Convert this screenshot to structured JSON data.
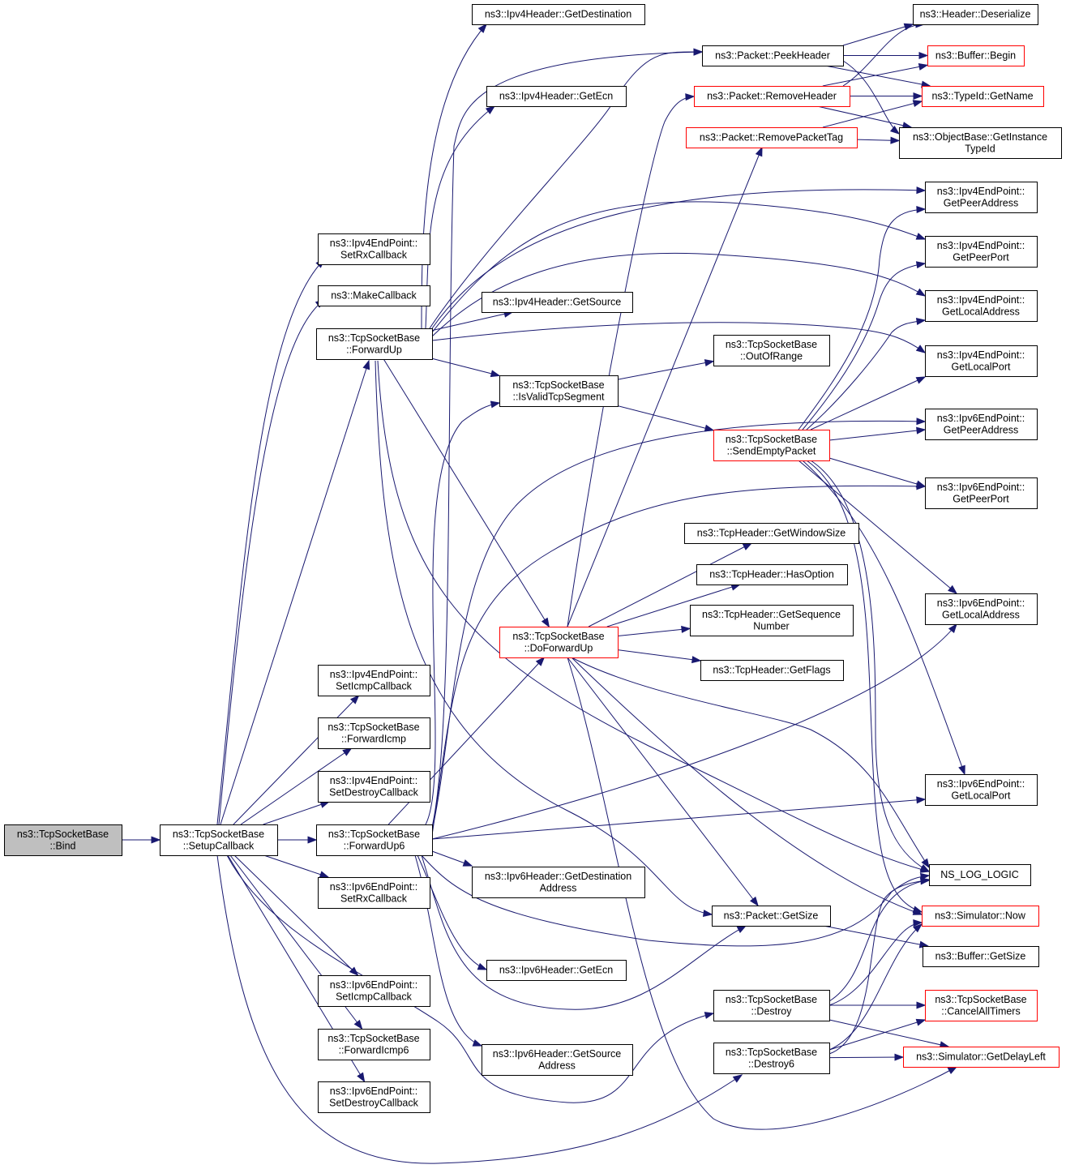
{
  "colors": {
    "edge": "#191970",
    "border_normal": "#000000",
    "border_truncated": "#ff0000",
    "fill_normal": "#ffffff",
    "fill_focus": "#bfbfbf"
  },
  "nodes": [
    {
      "id": "bind",
      "lines": [
        "ns3::TcpSocketBase",
        "::Bind"
      ],
      "focus": true
    },
    {
      "id": "setupcallback",
      "lines": [
        "ns3::TcpSocketBase",
        "::SetupCallback"
      ]
    },
    {
      "id": "ipv4ep_setrx",
      "lines": [
        "ns3::Ipv4EndPoint::",
        "SetRxCallback"
      ]
    },
    {
      "id": "makecallback",
      "lines": [
        "ns3::MakeCallback"
      ]
    },
    {
      "id": "forwardup",
      "lines": [
        "ns3::TcpSocketBase",
        "::ForwardUp"
      ]
    },
    {
      "id": "ipv4ep_seticmp",
      "lines": [
        "ns3::Ipv4EndPoint::",
        "SetIcmpCallback"
      ]
    },
    {
      "id": "forwardicmp",
      "lines": [
        "ns3::TcpSocketBase",
        "::ForwardIcmp"
      ]
    },
    {
      "id": "ipv4ep_setdestroy",
      "lines": [
        "ns3::Ipv4EndPoint::",
        "SetDestroyCallback"
      ]
    },
    {
      "id": "forwardup6",
      "lines": [
        "ns3::TcpSocketBase",
        "::ForwardUp6"
      ]
    },
    {
      "id": "ipv6ep_setrx",
      "lines": [
        "ns3::Ipv6EndPoint::",
        "SetRxCallback"
      ]
    },
    {
      "id": "ipv6ep_seticmp",
      "lines": [
        "ns3::Ipv6EndPoint::",
        "SetIcmpCallback"
      ]
    },
    {
      "id": "forwardicmp6",
      "lines": [
        "ns3::TcpSocketBase",
        "::ForwardIcmp6"
      ]
    },
    {
      "id": "ipv6ep_setdestroy",
      "lines": [
        "ns3::Ipv6EndPoint::",
        "SetDestroyCallback"
      ]
    },
    {
      "id": "ipv4h_getdest",
      "lines": [
        "ns3::Ipv4Header::GetDestination"
      ]
    },
    {
      "id": "ipv4h_getecn",
      "lines": [
        "ns3::Ipv4Header::GetEcn"
      ]
    },
    {
      "id": "ipv4h_getsource",
      "lines": [
        "ns3::Ipv4Header::GetSource"
      ]
    },
    {
      "id": "isvalid",
      "lines": [
        "ns3::TcpSocketBase",
        "::IsValidTcpSegment"
      ]
    },
    {
      "id": "doforwardup",
      "lines": [
        "ns3::TcpSocketBase",
        "::DoForwardUp"
      ],
      "truncated": true
    },
    {
      "id": "ipv6h_getdest",
      "lines": [
        "ns3::Ipv6Header::GetDestination",
        "Address"
      ]
    },
    {
      "id": "ipv6h_getecn",
      "lines": [
        "ns3::Ipv6Header::GetEcn"
      ]
    },
    {
      "id": "ipv6h_getsource",
      "lines": [
        "ns3::Ipv6Header::GetSource",
        "Address"
      ]
    },
    {
      "id": "peekheader",
      "lines": [
        "ns3::Packet::PeekHeader"
      ]
    },
    {
      "id": "removeheader",
      "lines": [
        "ns3::Packet::RemoveHeader"
      ],
      "truncated": true
    },
    {
      "id": "removepackettag",
      "lines": [
        "ns3::Packet::RemovePacketTag"
      ],
      "truncated": true
    },
    {
      "id": "outofrange",
      "lines": [
        "ns3::TcpSocketBase",
        "::OutOfRange"
      ]
    },
    {
      "id": "sendempty",
      "lines": [
        "ns3::TcpSocketBase",
        "::SendEmptyPacket"
      ],
      "truncated": true
    },
    {
      "id": "getwindowsize",
      "lines": [
        "ns3::TcpHeader::GetWindowSize"
      ]
    },
    {
      "id": "hasoption",
      "lines": [
        "ns3::TcpHeader::HasOption"
      ]
    },
    {
      "id": "getseq",
      "lines": [
        "ns3::TcpHeader::GetSequence",
        "Number"
      ]
    },
    {
      "id": "getflags",
      "lines": [
        "ns3::TcpHeader::GetFlags"
      ]
    },
    {
      "id": "packet_getsize",
      "lines": [
        "ns3::Packet::GetSize"
      ]
    },
    {
      "id": "destroy",
      "lines": [
        "ns3::TcpSocketBase",
        "::Destroy"
      ]
    },
    {
      "id": "destroy6",
      "lines": [
        "ns3::TcpSocketBase",
        "::Destroy6"
      ]
    },
    {
      "id": "deserialize",
      "lines": [
        "ns3::Header::Deserialize"
      ]
    },
    {
      "id": "buffer_begin",
      "lines": [
        "ns3::Buffer::Begin"
      ],
      "truncated": true
    },
    {
      "id": "typeid_getname",
      "lines": [
        "ns3::TypeId::GetName"
      ],
      "truncated": true
    },
    {
      "id": "getinstancetypeid",
      "lines": [
        "ns3::ObjectBase::GetInstance",
        "TypeId"
      ]
    },
    {
      "id": "ipv4ep_getpeeraddr",
      "lines": [
        "ns3::Ipv4EndPoint::",
        "GetPeerAddress"
      ]
    },
    {
      "id": "ipv4ep_getpeerport",
      "lines": [
        "ns3::Ipv4EndPoint::",
        "GetPeerPort"
      ]
    },
    {
      "id": "ipv4ep_getlocaladdr",
      "lines": [
        "ns3::Ipv4EndPoint::",
        "GetLocalAddress"
      ]
    },
    {
      "id": "ipv4ep_getlocalport",
      "lines": [
        "ns3::Ipv4EndPoint::",
        "GetLocalPort"
      ]
    },
    {
      "id": "ipv6ep_getpeeraddr",
      "lines": [
        "ns3::Ipv6EndPoint::",
        "GetPeerAddress"
      ]
    },
    {
      "id": "ipv6ep_getpeerport",
      "lines": [
        "ns3::Ipv6EndPoint::",
        "GetPeerPort"
      ]
    },
    {
      "id": "ipv6ep_getlocaladdr",
      "lines": [
        "ns3::Ipv6EndPoint::",
        "GetLocalAddress"
      ]
    },
    {
      "id": "ipv6ep_getlocalport",
      "lines": [
        "ns3::Ipv6EndPoint::",
        "GetLocalPort"
      ]
    },
    {
      "id": "ns_log_logic",
      "lines": [
        "NS_LOG_LOGIC"
      ]
    },
    {
      "id": "simulator_now",
      "lines": [
        "ns3::Simulator::Now"
      ],
      "truncated": true
    },
    {
      "id": "buffer_getsize",
      "lines": [
        "ns3::Buffer::GetSize"
      ]
    },
    {
      "id": "cancelalltimers",
      "lines": [
        "ns3::TcpSocketBase",
        "::CancelAllTimers"
      ],
      "truncated": true
    },
    {
      "id": "getdelayleft",
      "lines": [
        "ns3::Simulator::GetDelayLeft"
      ],
      "truncated": true
    }
  ],
  "edges": [
    [
      "bind",
      "setupcallback"
    ],
    [
      "setupcallback",
      "ipv4ep_setrx"
    ],
    [
      "setupcallback",
      "makecallback"
    ],
    [
      "setupcallback",
      "forwardup"
    ],
    [
      "setupcallback",
      "ipv4ep_seticmp"
    ],
    [
      "setupcallback",
      "forwardicmp"
    ],
    [
      "setupcallback",
      "ipv4ep_setdestroy"
    ],
    [
      "setupcallback",
      "forwardup6"
    ],
    [
      "setupcallback",
      "ipv6ep_setrx"
    ],
    [
      "setupcallback",
      "ipv6ep_seticmp"
    ],
    [
      "setupcallback",
      "forwardicmp6"
    ],
    [
      "setupcallback",
      "ipv6ep_setdestroy"
    ],
    [
      "setupcallback",
      "destroy"
    ],
    [
      "setupcallback",
      "destroy6"
    ],
    [
      "forwardup",
      "ipv4h_getdest"
    ],
    [
      "forwardup",
      "ipv4h_getecn"
    ],
    [
      "forwardup",
      "peekheader"
    ],
    [
      "forwardup",
      "ipv4h_getsource"
    ],
    [
      "forwardup",
      "isvalid"
    ],
    [
      "forwardup",
      "doforwardup"
    ],
    [
      "forwardup",
      "ipv4ep_getpeeraddr"
    ],
    [
      "forwardup",
      "ipv4ep_getpeerport"
    ],
    [
      "forwardup",
      "ipv4ep_getlocaladdr"
    ],
    [
      "forwardup",
      "ipv4ep_getlocalport"
    ],
    [
      "forwardup",
      "packet_getsize"
    ],
    [
      "forwardup",
      "ns_log_logic"
    ],
    [
      "forwardup6",
      "isvalid"
    ],
    [
      "forwardup6",
      "doforwardup"
    ],
    [
      "forwardup6",
      "ipv6h_getdest"
    ],
    [
      "forwardup6",
      "ipv6h_getecn"
    ],
    [
      "forwardup6",
      "ipv6h_getsource"
    ],
    [
      "forwardup6",
      "peekheader"
    ],
    [
      "forwardup6",
      "packet_getsize"
    ],
    [
      "forwardup6",
      "ipv6ep_getpeeraddr"
    ],
    [
      "forwardup6",
      "ipv6ep_getpeerport"
    ],
    [
      "forwardup6",
      "ipv6ep_getlocaladdr"
    ],
    [
      "forwardup6",
      "ipv6ep_getlocalport"
    ],
    [
      "forwardup6",
      "ns_log_logic"
    ],
    [
      "isvalid",
      "outofrange"
    ],
    [
      "isvalid",
      "sendempty"
    ],
    [
      "doforwardup",
      "removeheader"
    ],
    [
      "doforwardup",
      "removepackettag"
    ],
    [
      "doforwardup",
      "getwindowsize"
    ],
    [
      "doforwardup",
      "hasoption"
    ],
    [
      "doforwardup",
      "getseq"
    ],
    [
      "doforwardup",
      "getflags"
    ],
    [
      "doforwardup",
      "packet_getsize"
    ],
    [
      "doforwardup",
      "ns_log_logic"
    ],
    [
      "doforwardup",
      "simulator_now"
    ],
    [
      "doforwardup",
      "getdelayleft"
    ],
    [
      "sendempty",
      "ipv4ep_getpeeraddr"
    ],
    [
      "sendempty",
      "ipv4ep_getpeerport"
    ],
    [
      "sendempty",
      "ipv4ep_getlocaladdr"
    ],
    [
      "sendempty",
      "ipv4ep_getlocalport"
    ],
    [
      "sendempty",
      "ipv6ep_getpeeraddr"
    ],
    [
      "sendempty",
      "ipv6ep_getpeerport"
    ],
    [
      "sendempty",
      "ipv6ep_getlocaladdr"
    ],
    [
      "sendempty",
      "ipv6ep_getlocalport"
    ],
    [
      "sendempty",
      "ns_log_logic"
    ],
    [
      "sendempty",
      "simulator_now"
    ],
    [
      "peekheader",
      "deserialize"
    ],
    [
      "peekheader",
      "buffer_begin"
    ],
    [
      "peekheader",
      "typeid_getname"
    ],
    [
      "peekheader",
      "getinstancetypeid"
    ],
    [
      "removeheader",
      "deserialize"
    ],
    [
      "removeheader",
      "buffer_begin"
    ],
    [
      "removeheader",
      "typeid_getname"
    ],
    [
      "removeheader",
      "getinstancetypeid"
    ],
    [
      "removepackettag",
      "typeid_getname"
    ],
    [
      "removepackettag",
      "getinstancetypeid"
    ],
    [
      "packet_getsize",
      "buffer_getsize"
    ],
    [
      "destroy",
      "ns_log_logic"
    ],
    [
      "destroy",
      "simulator_now"
    ],
    [
      "destroy",
      "cancelalltimers"
    ],
    [
      "destroy",
      "getdelayleft"
    ],
    [
      "destroy6",
      "ns_log_logic"
    ],
    [
      "destroy6",
      "simulator_now"
    ],
    [
      "destroy6",
      "cancelalltimers"
    ],
    [
      "destroy6",
      "getdelayleft"
    ]
  ]
}
